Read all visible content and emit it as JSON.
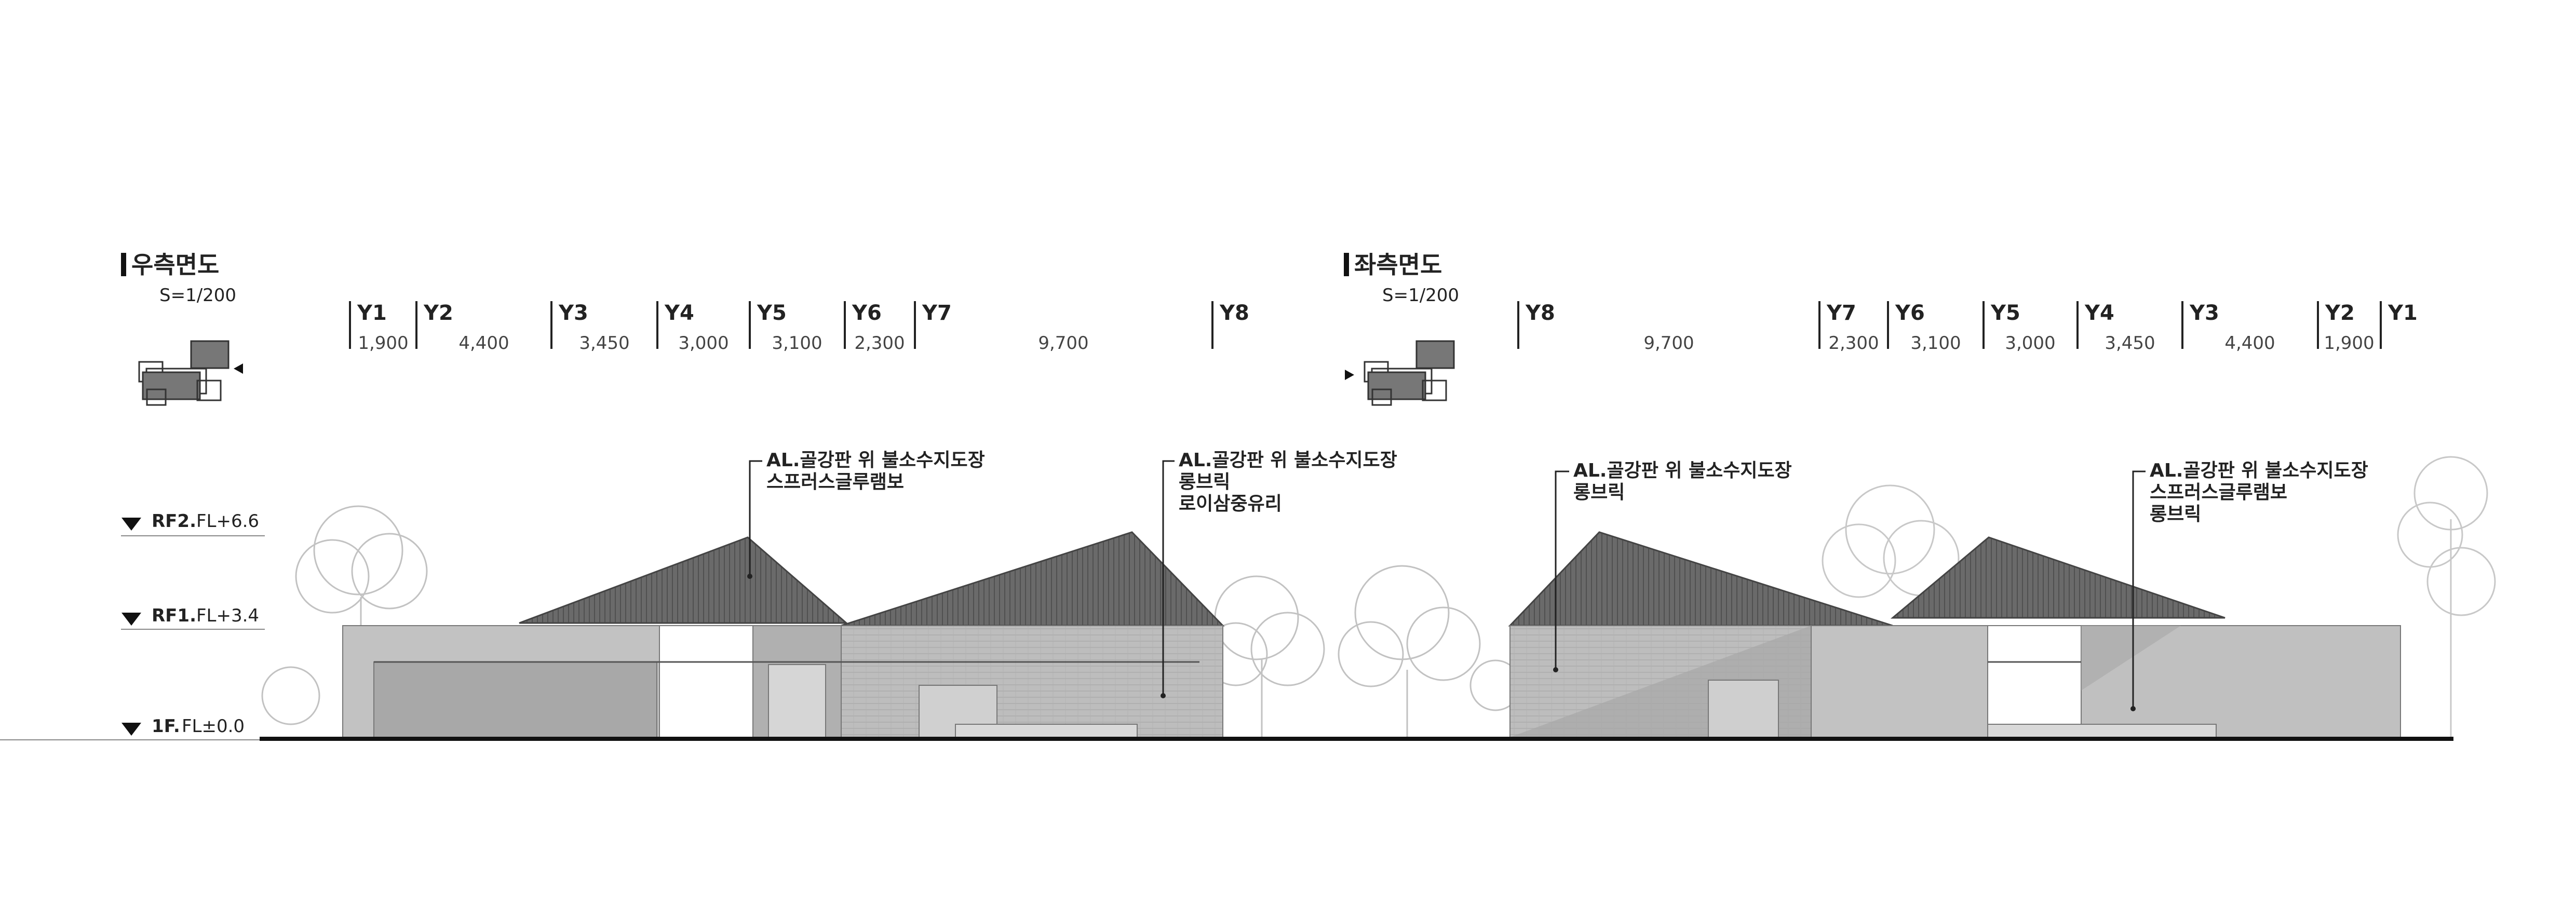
{
  "views": [
    {
      "title": "우측면도",
      "scale": "S=1/200",
      "grid": [
        "Y1",
        "Y2",
        "Y3",
        "Y4",
        "Y5",
        "Y6",
        "Y7",
        "Y8"
      ],
      "dims": [
        "1,900",
        "4,400",
        "3,450",
        "3,000",
        "3,100",
        "2,300",
        "9,700"
      ],
      "notes": [
        [
          "AL.골강판 위 불소수지도장",
          "스프러스글루램보"
        ],
        [
          "AL.골강판 위 불소수지도장",
          "롱브릭",
          "로이삼중유리"
        ]
      ]
    },
    {
      "title": "좌측면도",
      "scale": "S=1/200",
      "grid": [
        "Y8",
        "Y7",
        "Y6",
        "Y5",
        "Y4",
        "Y3",
        "Y2",
        "Y1"
      ],
      "dims": [
        "9,700",
        "2,300",
        "3,100",
        "3,000",
        "3,450",
        "4,400",
        "1,900"
      ],
      "notes": [
        [
          "AL.골강판 위 불소수지도장",
          "롱브릭"
        ],
        [
          "AL.골강판 위 불소수지도장",
          "스프러스글루램보",
          "롱브릭"
        ]
      ]
    }
  ],
  "levels": [
    {
      "name": "RF2.",
      "value": "FL+6.6"
    },
    {
      "name": "RF1.",
      "value": "FL+3.4"
    },
    {
      "name": "1F.",
      "value": "FL±0.0"
    }
  ]
}
